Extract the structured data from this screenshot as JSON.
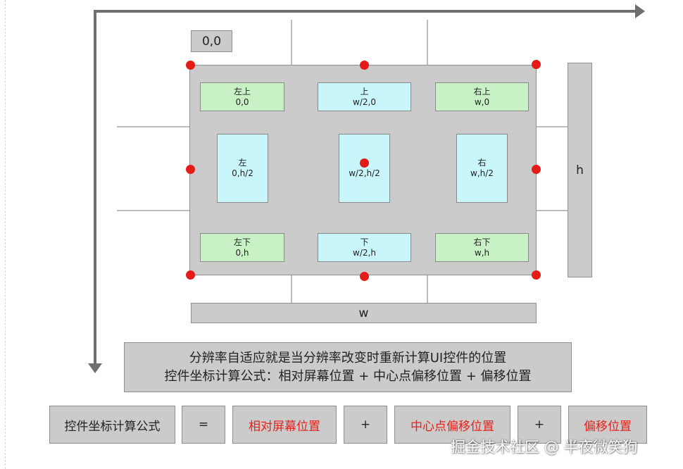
{
  "origin_label": "0,0",
  "cells": {
    "top_left": {
      "name": "左上",
      "coord": "0,0"
    },
    "top": {
      "name": "上",
      "coord": "w/2,0"
    },
    "top_right": {
      "name": "右上",
      "coord": "w,0"
    },
    "left": {
      "name": "左",
      "coord": "0,h/2"
    },
    "center": {
      "name": "",
      "coord": "w/2,h/2"
    },
    "right": {
      "name": "右",
      "coord": "w,h/2"
    },
    "bottom_left": {
      "name": "左下",
      "coord": "0,h"
    },
    "bottom": {
      "name": "下",
      "coord": "w/2,h"
    },
    "bottom_right": {
      "name": "右下",
      "coord": "w,h"
    }
  },
  "height_label": "h",
  "width_label": "w",
  "description": {
    "line1": "分辨率自适应就是当分辨率改变时重新计算UI控件的位置",
    "line2": "控件坐标计算公式：相对屏幕位置 + 中心点偏移位置 + 偏移位置"
  },
  "formula": {
    "label": "控件坐标计算公式",
    "equals": "=",
    "term1": "相对屏幕位置",
    "plus1": "+",
    "term2": "中心点偏移位置",
    "plus2": "+",
    "term3": "偏移位置"
  },
  "watermark": "掘金技术社区 @ 半夜微笑狗",
  "colors": {
    "panel_gray": "#cbcbcb",
    "green_cell": "#c8f2c5",
    "cyan_cell": "#c9f6fb",
    "anchor_red": "#e41b17",
    "formula_red": "#e6221b",
    "arrow_gray": "#6f6f6f"
  }
}
